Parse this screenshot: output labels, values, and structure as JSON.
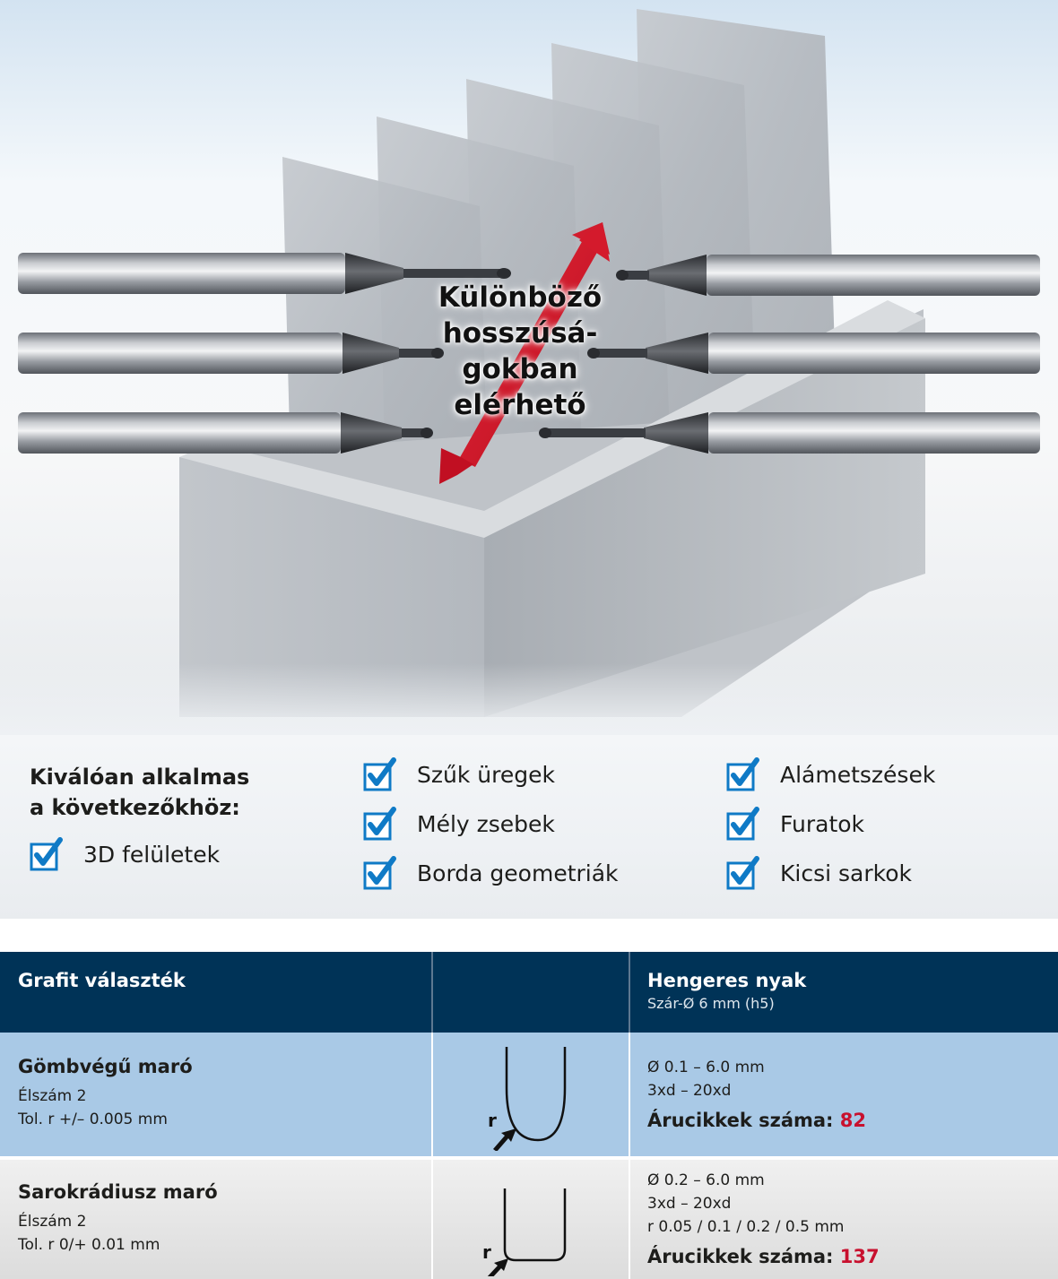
{
  "hero": {
    "caption_lines": [
      "Különböző",
      "hosszúsá-",
      "gokban",
      "elérhető"
    ]
  },
  "features": {
    "heading_lines": [
      "Kiválóan alkalmas",
      "a következőkhöz:"
    ],
    "column1": [
      "3D felületek"
    ],
    "column2": [
      "Szűk üregek",
      "Mély zsebek",
      "Borda geometriák"
    ],
    "column3": [
      "Alámetszések",
      "Furatok",
      "Kicsi sarkok"
    ],
    "check_color": "#0f7ac6"
  },
  "table": {
    "header": {
      "col1_title": "Grafit választék",
      "col3_title": "Hengeres nyak",
      "col3_subtitle": "Szár-Ø 6 mm (h5)"
    },
    "rows": [
      {
        "name": "Gömbvégű maró",
        "details": [
          "Élszám 2",
          "Tol. r +/– 0.005 mm"
        ],
        "icon_label": "r",
        "specs": [
          "Ø 0.1 – 6.0 mm",
          "3xd – 20xd"
        ],
        "count_label": "Árucikkek száma:",
        "count_value": "82"
      },
      {
        "name": "Sarokrádiusz maró",
        "details": [
          "Élszám 2",
          "Tol. r 0/+ 0.01 mm"
        ],
        "icon_label": "r",
        "specs": [
          "Ø 0.2 – 6.0 mm",
          "3xd – 20xd",
          "r 0.05 / 0.1 / 0.2 / 0.5 mm"
        ],
        "count_label": "Árucikkek száma:",
        "count_value": "137"
      }
    ],
    "header_color": "#003357",
    "row1_color": "#a9c9e6",
    "count_color": "#c8102e"
  }
}
